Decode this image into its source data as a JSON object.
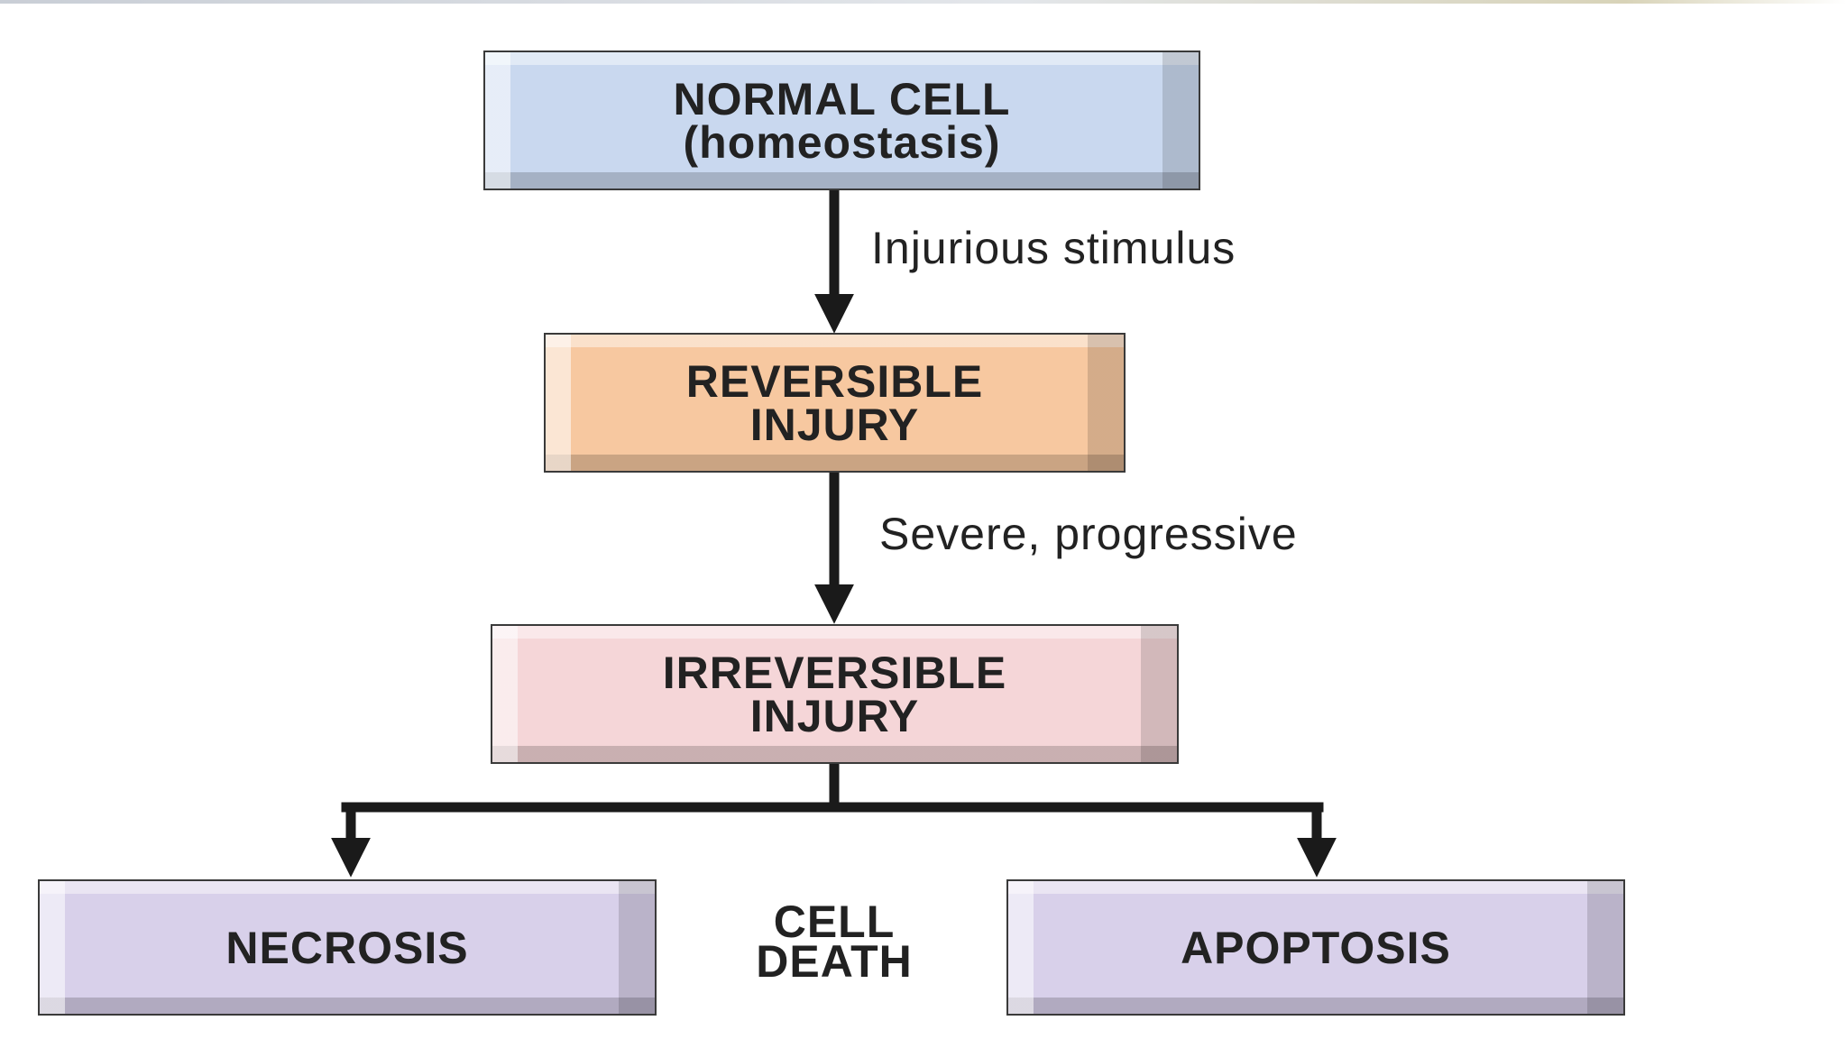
{
  "diagram": {
    "nodes": [
      {
        "id": "normal",
        "text": "NORMAL CELL\n(homeostasis)",
        "color": "#c9d8ef"
      },
      {
        "id": "reversible",
        "text": "REVERSIBLE\nINJURY",
        "color": "#f7c8a0"
      },
      {
        "id": "irreversible",
        "text": "IRREVERSIBLE\nINJURY",
        "color": "#f5d6d8"
      },
      {
        "id": "necrosis",
        "text": "NECROSIS",
        "color": "#d8d0ea"
      },
      {
        "id": "apoptosis",
        "text": "APOPTOSIS",
        "color": "#d8d0ea"
      }
    ],
    "edges": [
      {
        "from": "normal",
        "to": "reversible",
        "label": "Injurious stimulus"
      },
      {
        "from": "reversible",
        "to": "irreversible",
        "label": "Severe, progressive"
      },
      {
        "from": "irreversible",
        "to": "necrosis",
        "label": ""
      },
      {
        "from": "irreversible",
        "to": "apoptosis",
        "label": ""
      }
    ],
    "group_label": "CELL\nDEATH",
    "arrow_color": "#1a1a1a"
  }
}
